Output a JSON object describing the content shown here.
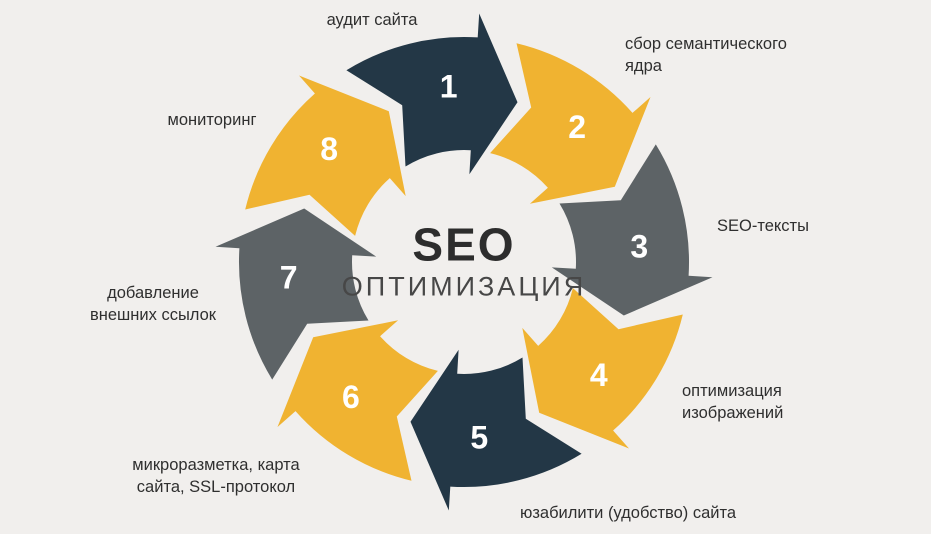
{
  "title": {
    "line1": "SEO",
    "line2": "ОПТИМИЗАЦИЯ"
  },
  "colors": {
    "dark": "#233746",
    "yellow": "#f0b331",
    "gray": "#5d6366",
    "background": "#f1efed",
    "number_text": "#ffffff",
    "label_text": "#2f2f2f"
  },
  "diagram": {
    "type": "cycle",
    "direction": "clockwise",
    "segments": [
      {
        "number": "1",
        "label": "аудит сайта",
        "color_key": "dark"
      },
      {
        "number": "2",
        "label": "сбор семантического\nядра",
        "color_key": "yellow"
      },
      {
        "number": "3",
        "label": "SEO-тексты",
        "color_key": "gray"
      },
      {
        "number": "4",
        "label": "оптимизация\nизображений",
        "color_key": "yellow"
      },
      {
        "number": "5",
        "label": "юзабилити (удобство) сайта",
        "color_key": "dark"
      },
      {
        "number": "6",
        "label": "микроразметка, карта\nсайта, SSL-протокол",
        "color_key": "yellow"
      },
      {
        "number": "7",
        "label": "добавление\nвнешних ссылок",
        "color_key": "gray"
      },
      {
        "number": "8",
        "label": "мониторинг",
        "color_key": "yellow"
      }
    ]
  }
}
